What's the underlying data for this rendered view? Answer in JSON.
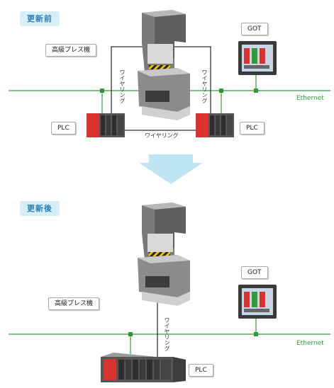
{
  "before": {
    "badge": "更新前",
    "press_label": "高級プレス機",
    "got_label": "GOT",
    "plc_left_label": "PLC",
    "plc_right_label": "PLC",
    "ethernet_label": "Ethernet",
    "wiring_left": "ワイヤリング",
    "wiring_right": "ワイヤリング",
    "wiring_bottom": "ワイヤリング"
  },
  "after": {
    "badge": "更新後",
    "press_label": "高級プレス機",
    "got_label": "GOT",
    "plc_label": "PLC",
    "ethernet_label": "Ethernet",
    "wiring": "ワイヤリング"
  },
  "colors": {
    "network": "#2e9e3a",
    "arrow": "#bfe4f4",
    "press_body": "#6f6f6f",
    "plc_red": "#d8332c"
  }
}
